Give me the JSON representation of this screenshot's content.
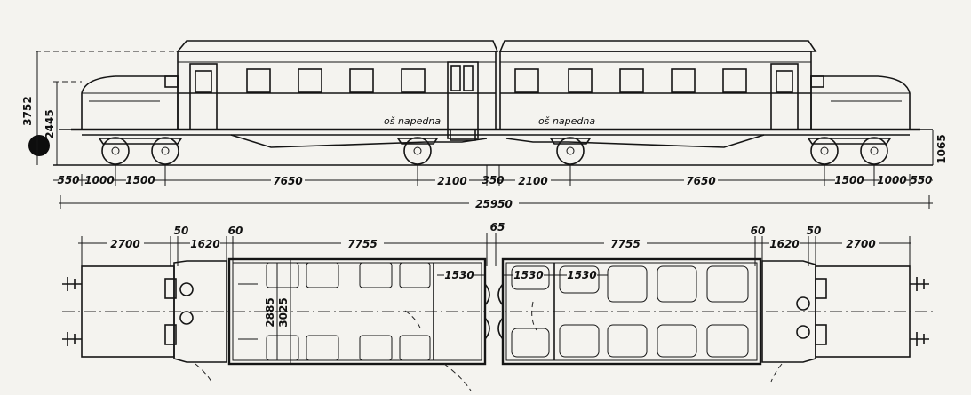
{
  "side_view": {
    "heights": {
      "total": "3752",
      "body": "2445",
      "floor": "1065"
    },
    "labels": {
      "axle_left": "oš napedna",
      "axle_right": "oš napedna"
    },
    "bottom_dims": [
      "550",
      "1000",
      "1500",
      "7650",
      "2100",
      "350",
      "2100",
      "7650",
      "1500",
      "1000",
      "550"
    ],
    "overall_length": "25950"
  },
  "plan_view": {
    "top_dims": [
      "2700",
      "50",
      "1620",
      "60",
      "7755",
      "65",
      "7755",
      "60",
      "1620",
      "50",
      "2700"
    ],
    "inner_dims": [
      "1530",
      "1530",
      "1530"
    ],
    "widths": [
      "2885",
      "3025"
    ]
  },
  "colors": {
    "ink": "#151515",
    "paper": "#f4f3ef"
  }
}
